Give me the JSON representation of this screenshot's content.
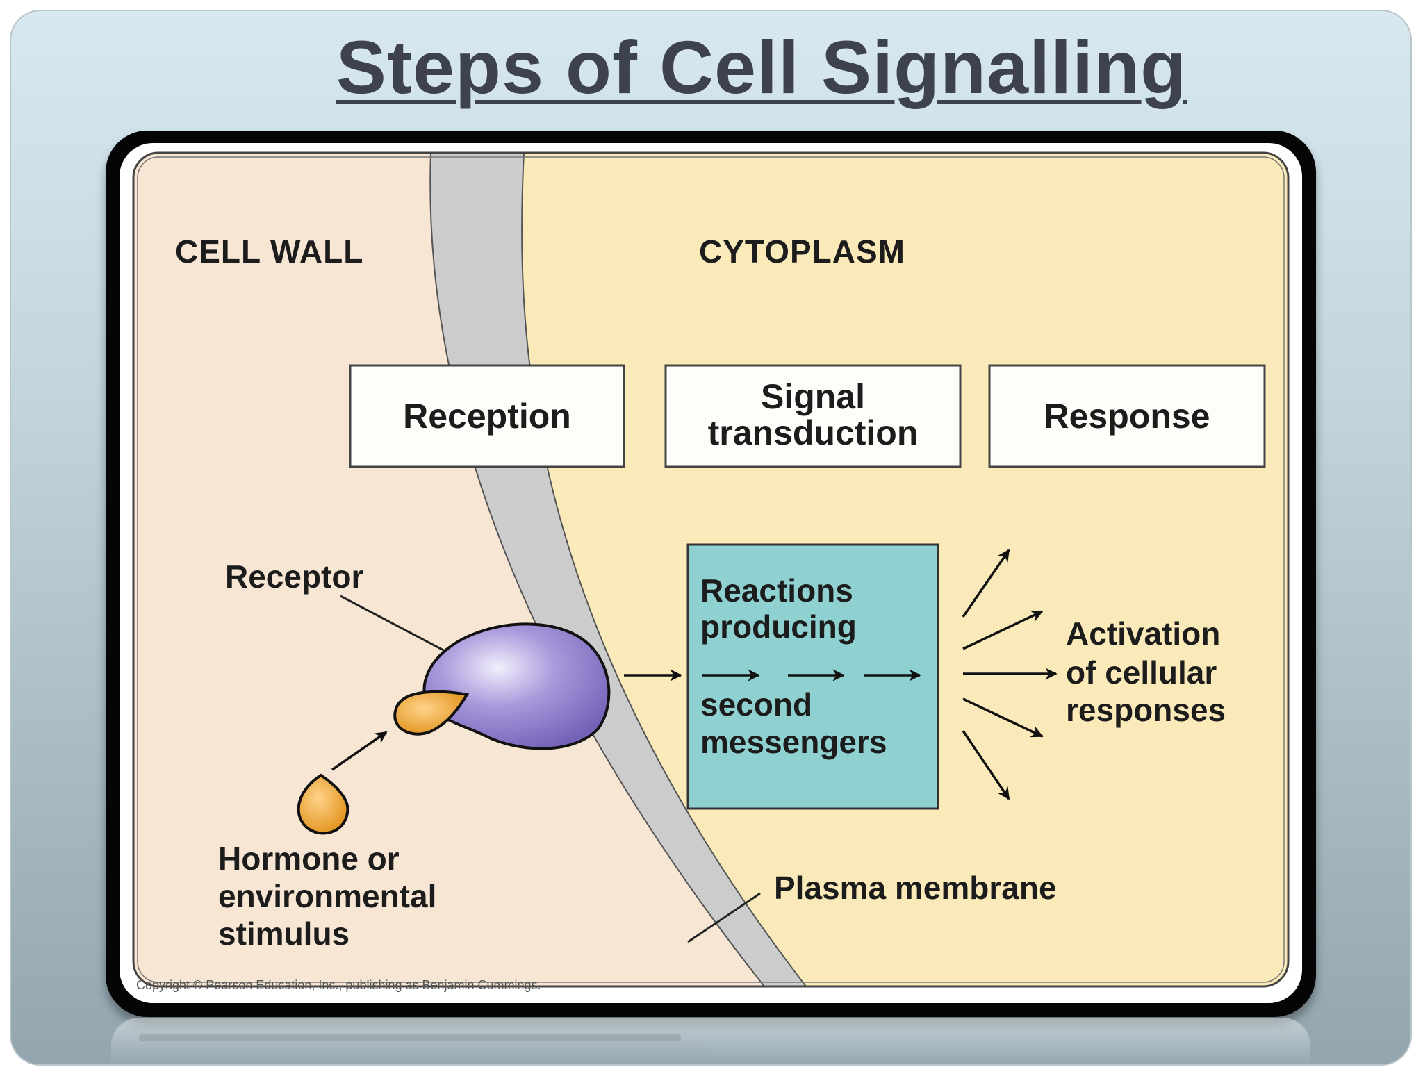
{
  "slide": {
    "title": "Steps of Cell Signalling"
  },
  "diagram": {
    "region_labels": {
      "cell_wall": "CELL WALL",
      "cytoplasm": "CYTOPLASM"
    },
    "stages": [
      {
        "lines": [
          "Reception"
        ]
      },
      {
        "lines": [
          "Signal",
          "transduction"
        ]
      },
      {
        "lines": [
          "Response"
        ]
      }
    ],
    "receptor_label": "Receptor",
    "stimulus_label": [
      "Hormone or",
      "environmental",
      "stimulus"
    ],
    "transduction_box": [
      "Reactions",
      "producing",
      "second",
      "messengers"
    ],
    "response_label": [
      "Activation",
      "of cellular",
      "responses"
    ],
    "membrane_label": "Plasma membrane",
    "copyright": "Copyright © Pearson Education, Inc., publishing as Benjamin Cummings.",
    "colors": {
      "cell_wall_bg": "#f7e6d3",
      "cytoplasm_bg": "#faeab9",
      "membrane": "#cccccc",
      "receptor": "#8f7ec8",
      "hormone": "#e79a26",
      "transduction_box": "#8fd1d0"
    }
  }
}
